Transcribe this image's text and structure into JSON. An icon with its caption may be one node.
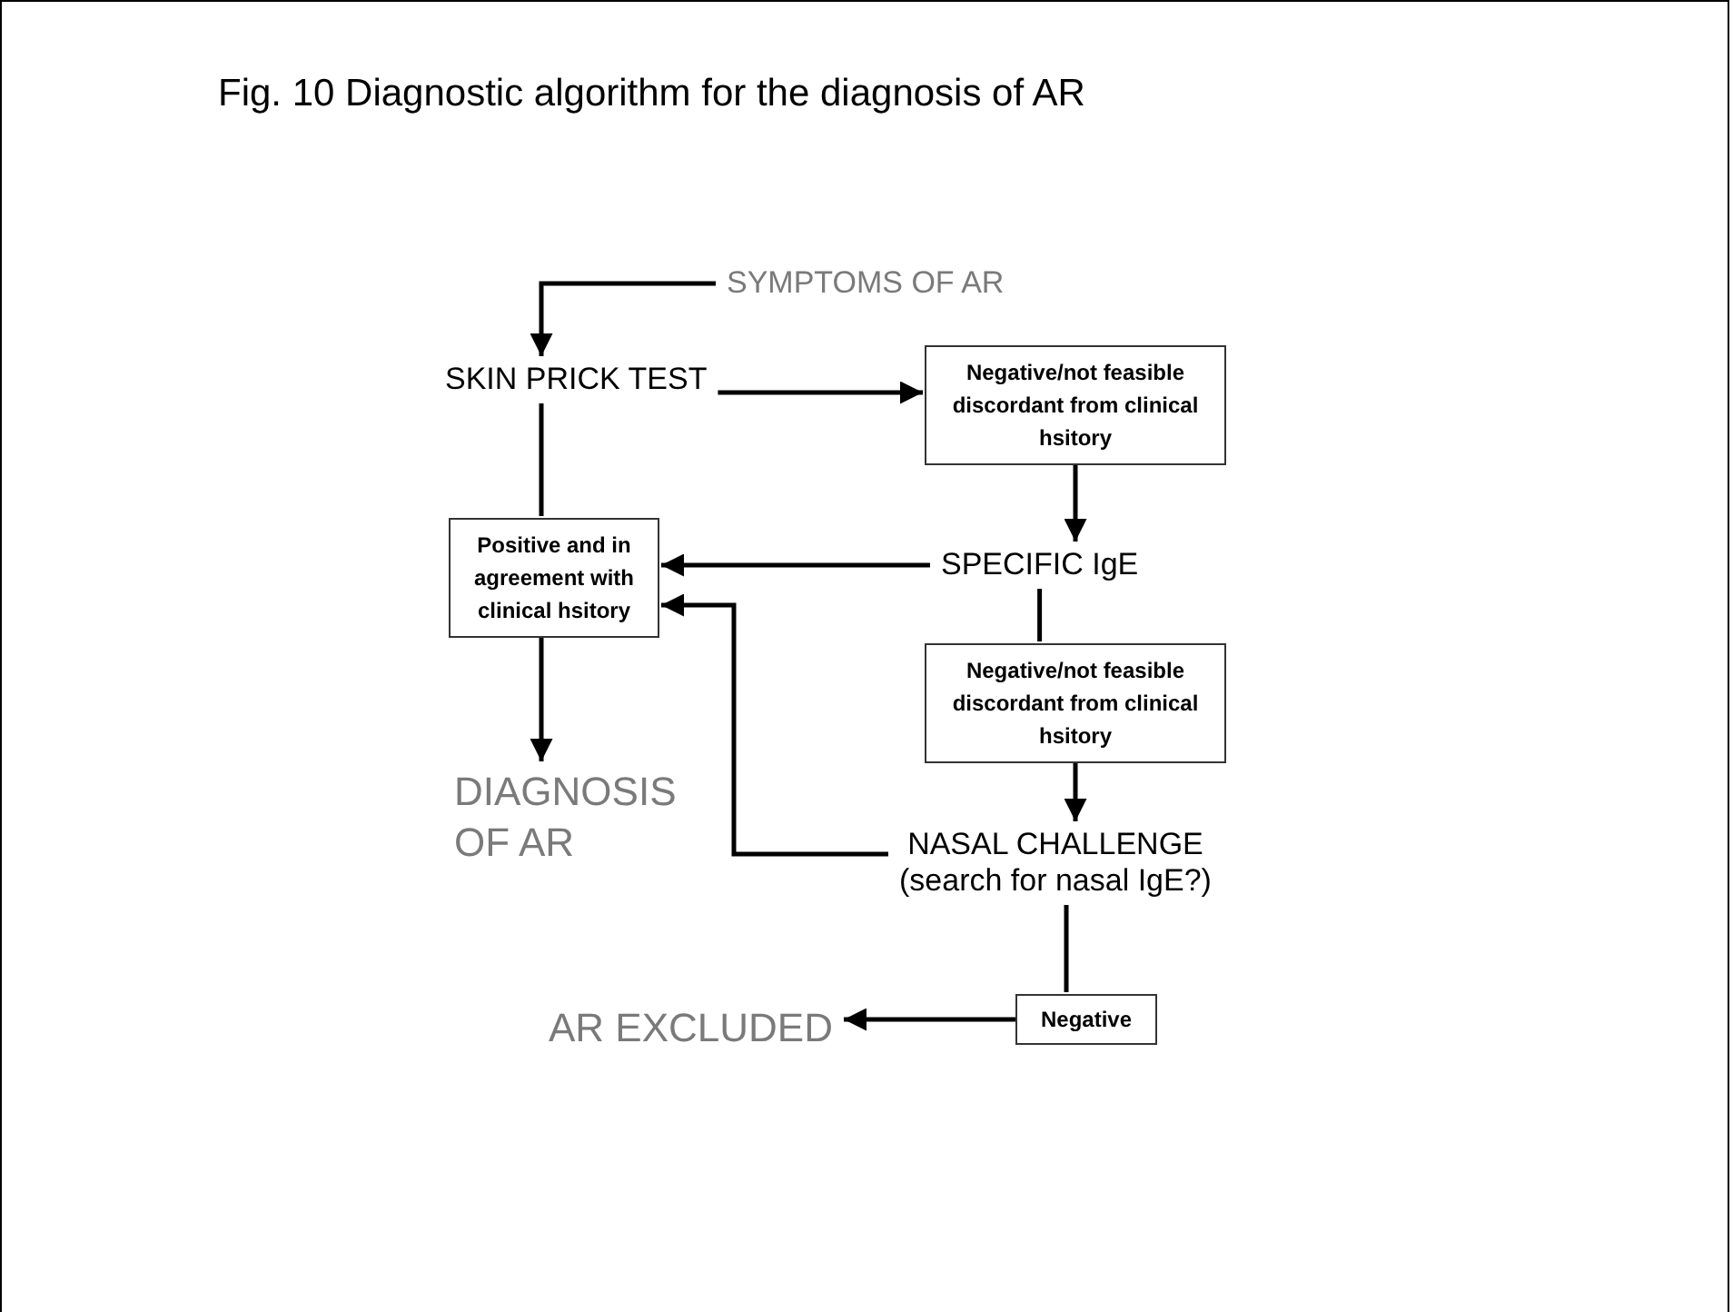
{
  "diagram": {
    "title": "Fig. 10 Diagnostic algorithm for the diagnosis of AR",
    "nodes": [
      {
        "text": [
          "SYMPTOMS OF AR"
        ]
      },
      {
        "text": [
          "SKIN PRICK TEST"
        ]
      },
      {
        "text": [
          "Negative/not feasible discordant from clinical hsitory"
        ]
      },
      {
        "text": [
          "Positive and in agreement with clinical hsitory"
        ]
      },
      {
        "text": [
          "SPECIFIC IgE"
        ]
      },
      {
        "text": [
          "Negative/not feasible discordant from clinical hsitory"
        ]
      },
      {
        "text": [
          "DIAGNOSIS OF AR"
        ]
      },
      {
        "text": [
          "NASAL CHALLENGE",
          "(search for nasal IgE?)"
        ]
      },
      {
        "text": [
          "Negative"
        ]
      },
      {
        "text": [
          "AR EXCLUDED"
        ]
      }
    ],
    "edges": [
      {
        "from": 0,
        "to": 1,
        "arrow": "to"
      },
      {
        "from": 1,
        "to": 2,
        "arrow": "to"
      },
      {
        "from": 1,
        "to": 3,
        "arrow": "none"
      },
      {
        "from": 2,
        "to": 4,
        "arrow": "to"
      },
      {
        "from": 4,
        "to": 3,
        "arrow": "to"
      },
      {
        "from": 4,
        "to": 5,
        "arrow": "none"
      },
      {
        "from": 5,
        "to": 7,
        "arrow": "to"
      },
      {
        "from": 7,
        "to": 3,
        "arrow": "to"
      },
      {
        "from": 3,
        "to": 6,
        "arrow": "to"
      },
      {
        "from": 7,
        "to": 8,
        "arrow": "none"
      },
      {
        "from": 8,
        "to": 9,
        "arrow": "to"
      }
    ]
  }
}
